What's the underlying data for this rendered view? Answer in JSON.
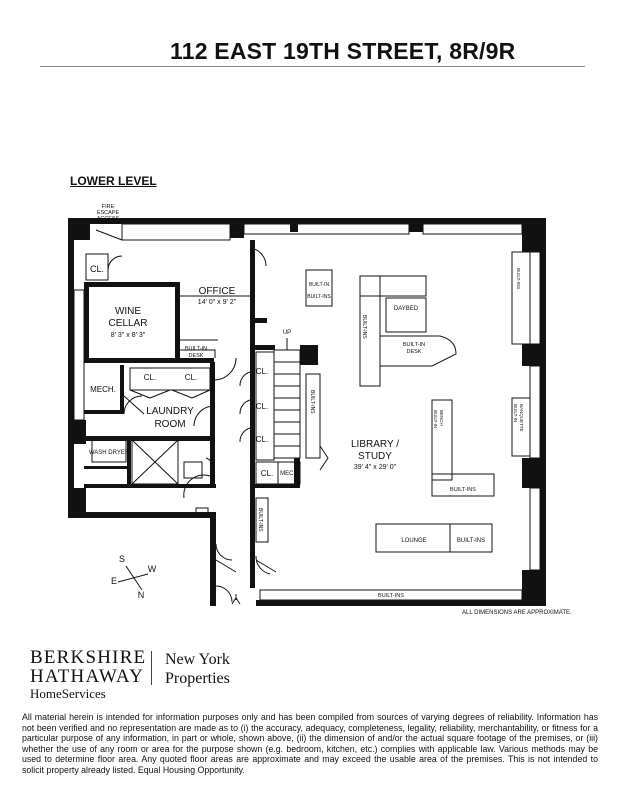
{
  "header": {
    "title": "112 EAST 19TH STREET, 8R/9R"
  },
  "plan": {
    "level": "LOWER LEVEL",
    "rooms": {
      "fire_escape_1": "FIRE",
      "fire_escape_2": "ESCAPE",
      "fire_escape_3": "ACCESS",
      "closet": "CL.",
      "office": "OFFICE",
      "office_dim": "14' 0\" x 9' 2\"",
      "wine_1": "WINE",
      "wine_2": "CELLAR",
      "wine_dim": "8' 3\" x 8' 3\"",
      "builtin_desk_1": "BUILT-IN",
      "builtin_desk_2": "DESK",
      "mech": "MECH.",
      "mech2": "MECH",
      "laundry_1": "LAUNDRY",
      "laundry_2": "ROOM",
      "wash_dryer": "WASH DRYER",
      "up": "UP",
      "builtins": "BUILT-INS",
      "built_in": "BUILT-IN",
      "daybed": "DAYBED",
      "builtin_desk2_1": "BUILT-IN",
      "builtin_desk2_2": "DESK",
      "library_1": "LIBRARY /",
      "library_2": "STUDY",
      "library_dim": "39' 4\" x 29' 0\"",
      "bench_1": "BUILT-IN",
      "bench_2": "BENCH",
      "banquette_1": "BUILT-IN",
      "banquette_2": "BANQUETTE",
      "lounge": "LOUNGE"
    },
    "compass": {
      "n": "N",
      "s": "S",
      "e": "E",
      "w": "W"
    },
    "note": "ALL DIMENSIONS ARE APPROXIMATE."
  },
  "brand": {
    "line1": "BERKSHIRE",
    "line2": "HATHAWAY",
    "line3": "HomeServices",
    "line4": "New York",
    "line5": "Properties"
  },
  "disclaimer": "All material herein is intended for information purposes only and has been compiled from sources of varying degrees of reliability. Information has not been verified and no representation are made as to (i) the accuracy, adequacy, completeness, legality, reliability, merchantability, or fitness for a particular purpose of any information, in part or whole, shown above, (ii) the dimension of and/or the actual square footage of the premises, or (iii) whether the use of any room or area for the purpose shown (e.g. bedroom, kitchen, etc.) complies with applicable law. Various methods may be used to determine floor area. Any quoted floor areas are approximate and may exceed the usable area of the premises. This is not intended to solicit property already listed. Equal Housing Opportunity."
}
